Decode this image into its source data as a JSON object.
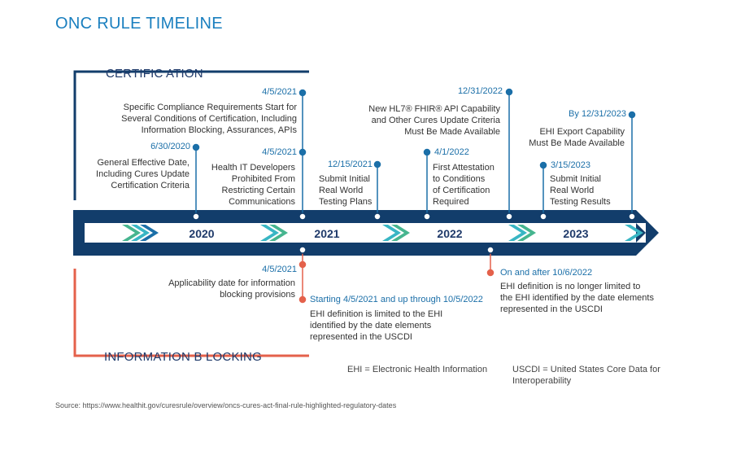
{
  "title": "ONC RULE TIMELINE",
  "sections": {
    "certification": "CERTIFIC ATION",
    "information_blocking": "INFORMATION B LOCKING"
  },
  "years": [
    "2020",
    "2021",
    "2022",
    "2023"
  ],
  "certification_events": [
    {
      "date": "6/30/2020",
      "text": "General Effective Date,\nIncluding Cures Update\nCertification Criteria"
    },
    {
      "date": "4/5/2021",
      "text": "Specific Compliance Requirements Start for\nSeveral Conditions of Certification, Including\nInformation Blocking, Assurances, APIs"
    },
    {
      "date": "4/5/2021",
      "text": "Health IT Developers\nProhibited From\nRestricting Certain\nCommunications"
    },
    {
      "date": "12/15/2021",
      "text": "Submit Initial\nReal World\nTesting Plans"
    },
    {
      "date": "4/1/2022",
      "text": "First Attestation\nto Conditions\nof Certification\nRequired"
    },
    {
      "date": "12/31/2022",
      "text": "New HL7® FHIR® API Capability\nand Other Cures Update Criteria\nMust Be Made Available"
    },
    {
      "date": "By 12/31/2023",
      "text": "EHI Export Capability\nMust Be Made Available"
    },
    {
      "date": "3/15/2023",
      "text": "Submit Initial\nReal World\nTesting Results"
    }
  ],
  "information_blocking_events": [
    {
      "date": "4/5/2021",
      "text": "Applicability date for information\nblocking provisions"
    },
    {
      "date": "Starting 4/5/2021 and up through 10/5/2022",
      "text": "EHI definition is limited to the EHI\nidentified by the date elements\nrepresented in the USCDI"
    },
    {
      "date": "On and after 10/6/2022",
      "text": "EHI definition is no longer limited to\nthe EHI identified by the date elements\nrepresented in the USCDI"
    }
  ],
  "footnotes": {
    "ehi": "EHI = Electronic Health Information",
    "uscdi": "USCDI = United States Core Data for\nInteroperability"
  },
  "source": "Source: https://www.healthit.gov/curesrule/overview/oncs-cures-act-final-rule-highlighted-regulatory-dates",
  "colors": {
    "navy": "#123d6b",
    "blue": "#1b6fa8",
    "teal": "#38b6c4",
    "green": "#46b58f",
    "red": "#e4614b"
  }
}
